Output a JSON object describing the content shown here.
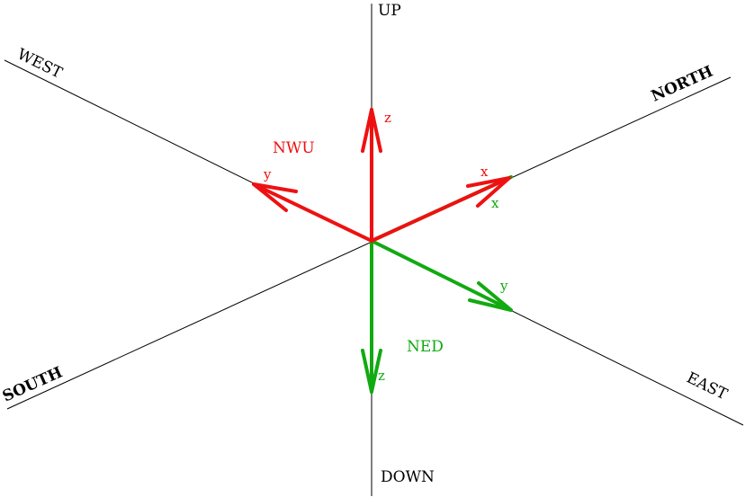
{
  "directions": {
    "up": "UP",
    "down": "DOWN",
    "north": "NORTH",
    "south": "SOUTH",
    "east": "EAST",
    "west": "WEST"
  },
  "frames": {
    "nwu": {
      "name": "NWU",
      "x": "x",
      "y": "y",
      "z": "z",
      "color": "#ee1111"
    },
    "ned": {
      "name": "NED",
      "x": "x",
      "y": "y",
      "z": "z",
      "color": "#11aa11"
    }
  },
  "colors": {
    "axis_lines": "#000000"
  }
}
